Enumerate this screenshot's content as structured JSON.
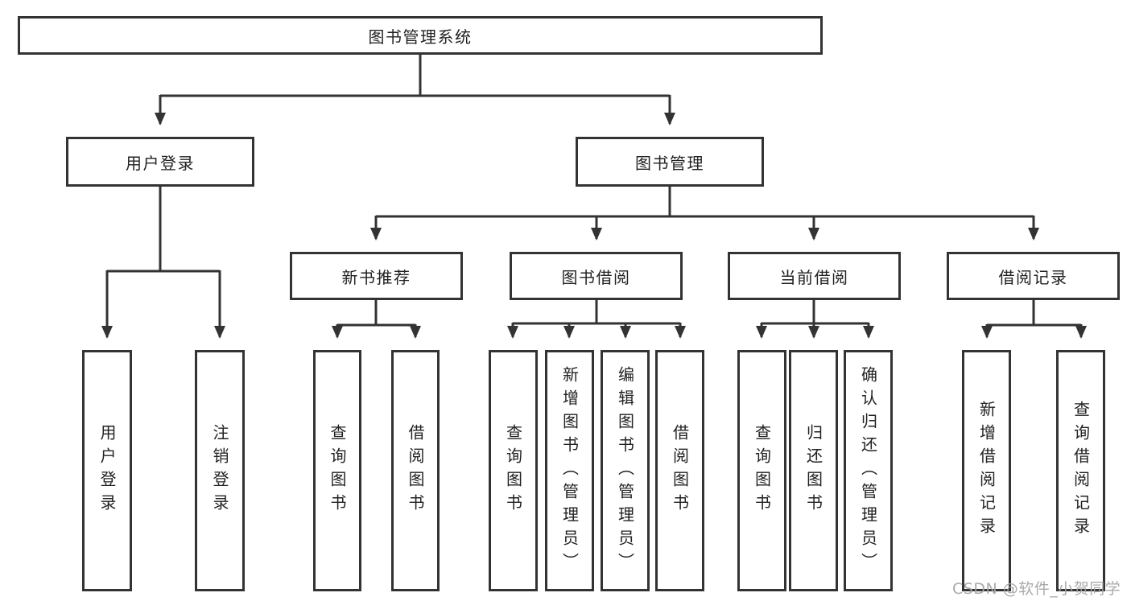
{
  "diagram": {
    "title": "图书管理系统",
    "root": "图书管理系统",
    "level2": {
      "user_login": "用户登录",
      "book_management": "图书管理"
    },
    "level3": {
      "new_book_recommend": "新书推荐",
      "book_borrowing": "图书借阅",
      "current_borrowing": "当前借阅",
      "borrowing_records": "借阅记录"
    },
    "leaves": {
      "user_login": [
        "用户登录",
        "注销登录"
      ],
      "new_book_recommend": [
        "查询图书",
        "借阅图书"
      ],
      "book_borrowing": [
        "查询图书",
        "新增图书（管理员）",
        "编辑图书（管理员）",
        "借阅图书"
      ],
      "current_borrowing": [
        "查询图书",
        "归还图书",
        "确认归还（管理员）"
      ],
      "borrowing_records": [
        "新增借阅记录",
        "查询借阅记录"
      ]
    }
  },
  "watermark": "CSDN @软件_小贺同学",
  "colors": {
    "border": "#333333",
    "line": "#333333",
    "text": "#222222",
    "watermark": "#a5a5a5",
    "background": "#ffffff"
  }
}
